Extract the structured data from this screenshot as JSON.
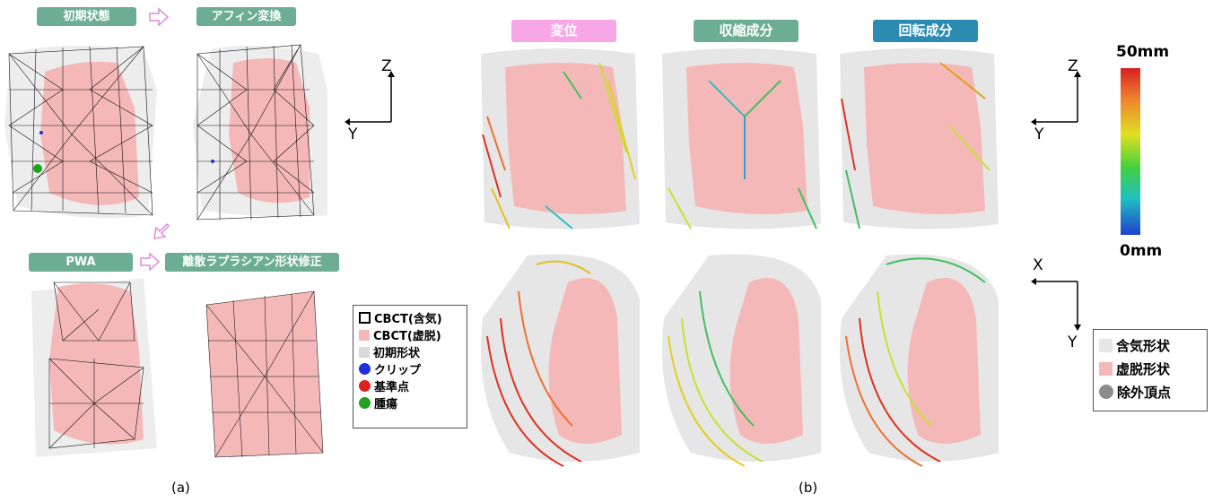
{
  "panel_a": {
    "labels": {
      "initial": "初期状態",
      "affine": "アフィン変換",
      "pwa": "PWA",
      "laplacian": "離散ラプラシアン形状修正"
    },
    "legend": [
      {
        "label": "CBCT(含気)",
        "kind": "hollow-square",
        "color": "#000000"
      },
      {
        "label": "CBCT(虚脱)",
        "kind": "square",
        "color": "#f5b8b8"
      },
      {
        "label": "初期形状",
        "kind": "square",
        "color": "#d9d9d9"
      },
      {
        "label": "クリップ",
        "kind": "dot",
        "color": "#1f2fe0"
      },
      {
        "label": "基準点",
        "kind": "dot",
        "color": "#e01f1f"
      },
      {
        "label": "腫瘍",
        "kind": "dot",
        "color": "#22a022"
      }
    ],
    "caption": "(a)"
  },
  "axes": {
    "top": {
      "vertical": "Z",
      "horizontal": "Y"
    },
    "right_top": {
      "vertical": "Z",
      "horizontal": "Y"
    },
    "right_bottom": {
      "horizontal": "X",
      "vertical": "Y"
    }
  },
  "panel_b": {
    "headers": {
      "displacement": "変位",
      "contraction": "収縮成分",
      "rotation": "回転成分"
    },
    "header_colors": {
      "displacement": "#f7a7e6",
      "contraction": "#6dad95",
      "rotation": "#2c8bb0"
    },
    "colorbar": {
      "max": "50mm",
      "min": "0mm"
    },
    "legend": [
      {
        "label": "含気形状",
        "color": "#e6e6e6",
        "kind": "square"
      },
      {
        "label": "虚脱形状",
        "color": "#f5b8b8",
        "kind": "square"
      },
      {
        "label": "除外頂点",
        "color": "#8c8c8c",
        "kind": "dot"
      }
    ],
    "caption": "(b)"
  }
}
